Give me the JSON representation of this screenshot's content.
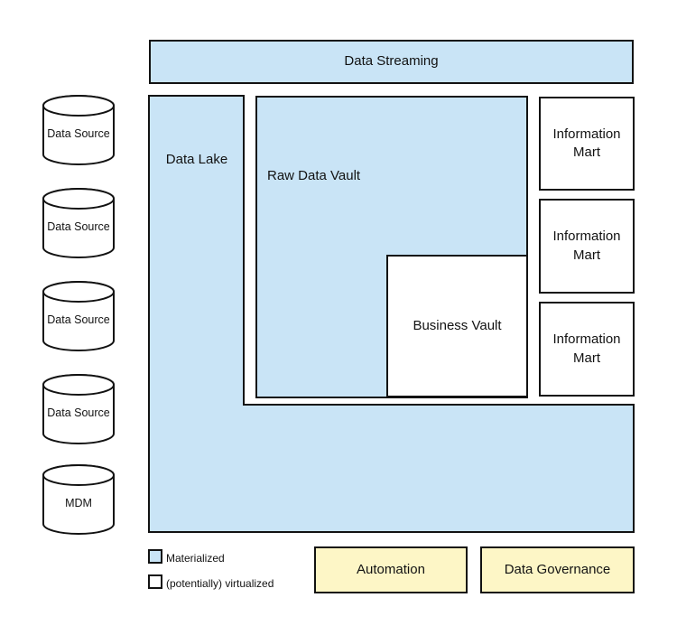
{
  "colors": {
    "fill-materialized": "#c9e4f6",
    "fill-virtualized": "#ffffff",
    "fill-process": "#fdf6c6",
    "stroke": "#121212"
  },
  "nodes": {
    "data_streaming": {
      "label": "Data Streaming"
    },
    "data_lake": {
      "label": "Data Lake"
    },
    "raw_data_vault": {
      "label": "Raw Data Vault"
    },
    "business_vault": {
      "label": "Business Vault"
    }
  },
  "information_marts": [
    {
      "label": "Information Mart"
    },
    {
      "label": "Information Mart"
    },
    {
      "label": "Information Mart"
    }
  ],
  "sources": [
    {
      "label": "Data Source"
    },
    {
      "label": "Data Source"
    },
    {
      "label": "Data Source"
    },
    {
      "label": "Data Source"
    },
    {
      "label": "MDM"
    }
  ],
  "process_boxes": {
    "automation": {
      "label": "Automation"
    },
    "data_governance": {
      "label": "Data Governance"
    }
  },
  "legend": {
    "materialized": "Materialized",
    "virtualized": "(potentially) virtualized"
  }
}
